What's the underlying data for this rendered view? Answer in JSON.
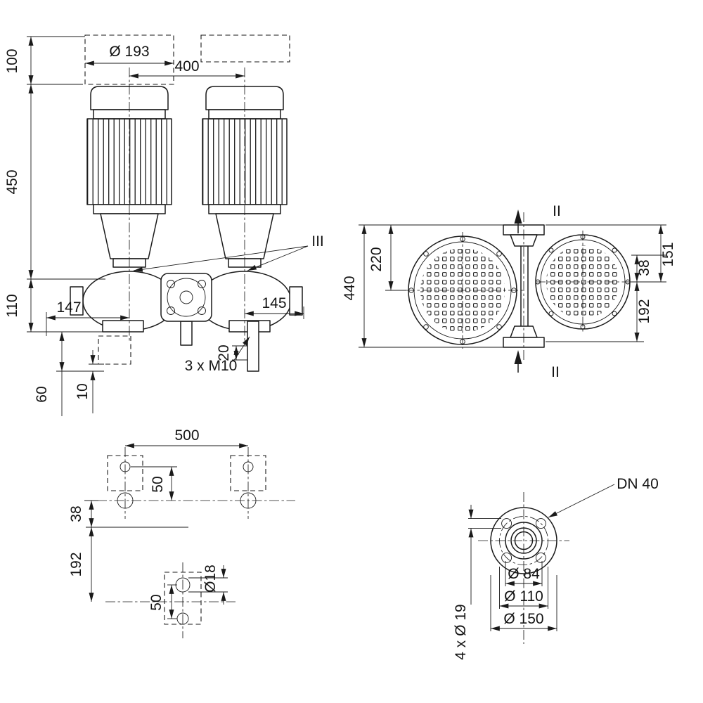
{
  "drawing": {
    "front_view": {
      "dim_motor_diameter": "Ø 193",
      "dim_port_spacing": "400",
      "dim_top_clearance": "100",
      "dim_motor_height": "450",
      "dim_base_height": "110",
      "dim_left_port": "147",
      "dim_right_port": "145",
      "dim_drain_offset": "20",
      "label_fixing_bolts": "3 x M10",
      "dim_foundation_depth": "60",
      "dim_plate_thickness": "10",
      "label_section_3": "III"
    },
    "side_view": {
      "dim_overall_height": "440",
      "dim_axis_height": "220",
      "dim_upper_offset": "38",
      "dim_flange_to_axis": "151",
      "dim_lower_offset": "192",
      "label_section_2_top": "II",
      "label_section_2_bottom": "II"
    },
    "plan_view": {
      "dim_bolt_spacing": "500",
      "dim_hole_pitch_upper": "50",
      "dim_offset_upper": "38",
      "dim_offset_lower": "192",
      "dim_hole_pitch_lower": "50",
      "dim_hole_diameter": "Ø18"
    },
    "flange_view": {
      "label_nominal_bore": "DN 40",
      "dim_raised_face": "Ø 84",
      "dim_bolt_circle": "Ø 110",
      "dim_outer_diameter": "Ø 150",
      "label_bolt_holes": "4 x Ø 19"
    }
  }
}
